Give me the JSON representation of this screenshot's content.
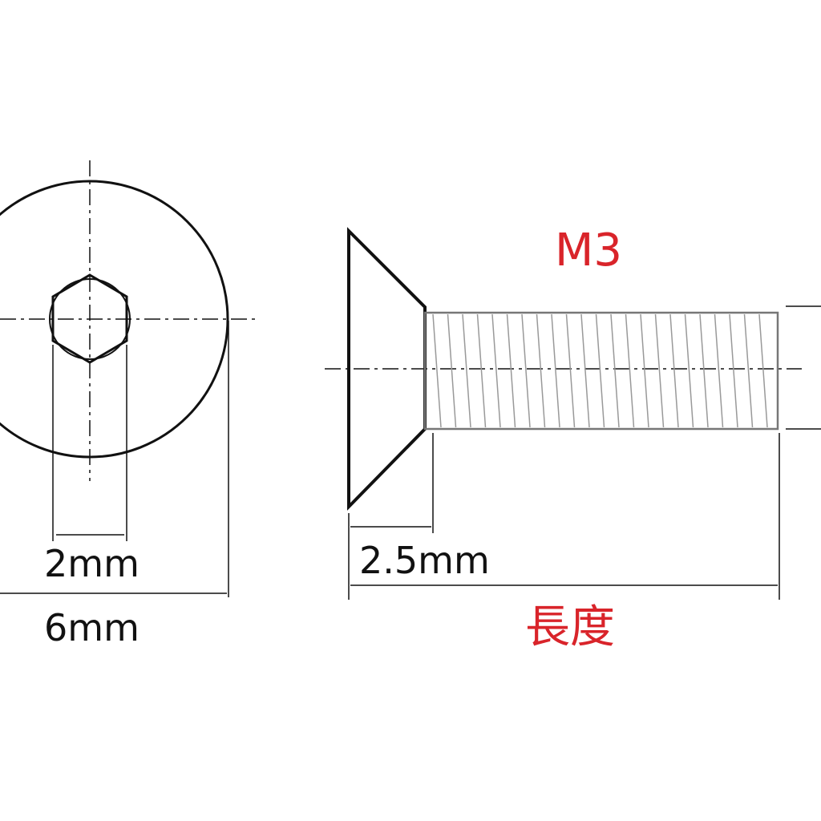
{
  "labels": {
    "hex_size": "2mm",
    "head_diameter": "6mm",
    "head_height": "2.5mm",
    "thread": "M3",
    "length": "長度"
  },
  "colors": {
    "line": "#111111",
    "accent": "#d9242a"
  }
}
